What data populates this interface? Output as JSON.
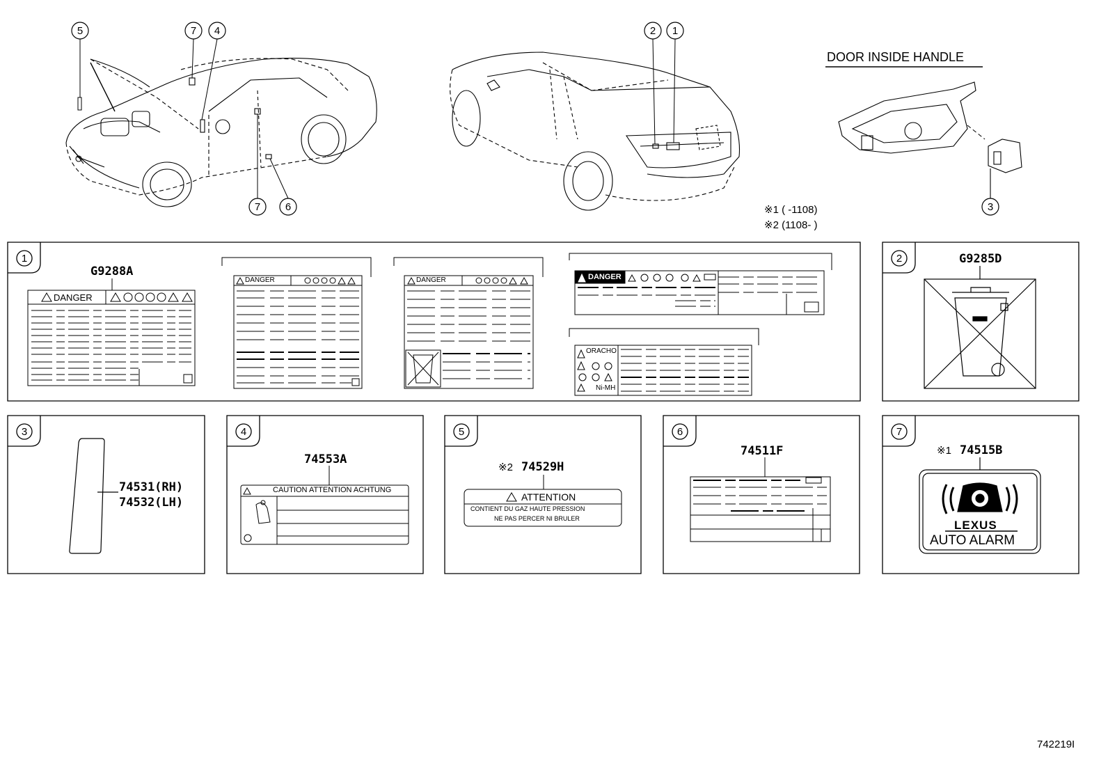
{
  "callouts": {
    "c1": "1",
    "c2": "2",
    "c3": "3",
    "c4": "4",
    "c5": "5",
    "c6": "6",
    "c7": "7"
  },
  "door_handle_title": "DOOR INSIDE HANDLE",
  "notes": {
    "note1": "※1 (      -1108)",
    "note2": "※2 (1108-      )"
  },
  "panel1": {
    "part": "G9288A",
    "danger_label": "DANGER",
    "warn_label": "ORACHO",
    "nimh": "Ni-MH"
  },
  "panel2": {
    "part": "G9285D"
  },
  "panel3": {
    "part_rh": "74531(RH)",
    "part_lh": "74532(LH)"
  },
  "panel4": {
    "part": "74553A",
    "caution_text": "CAUTION  ATTENTION  ACHTUNG"
  },
  "panel5": {
    "mark": "※2",
    "part": "74529H",
    "attention": "ATTENTION",
    "line1": "CONTIENT DU GAZ HAUTE PRESSION",
    "line2": "NE PAS PERCER NI BRULER"
  },
  "panel6": {
    "part": "74511F"
  },
  "panel7": {
    "mark": "※1",
    "part": "74515B",
    "brand": "LEXUS",
    "alarm": "AUTO ALARM"
  },
  "diagram_code": "742219I"
}
